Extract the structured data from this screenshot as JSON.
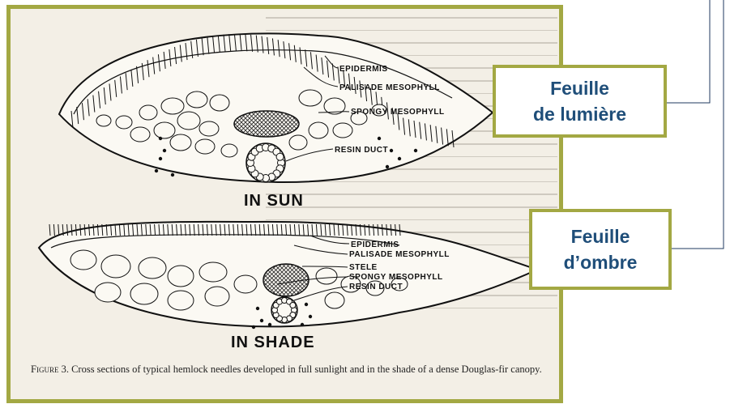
{
  "figure": {
    "sun": {
      "labels": [
        "EPIDERMIS",
        "PALISADE MESOPHYLL",
        "SPONGY MESOPHYLL",
        "RESIN DUCT"
      ],
      "title": "IN SUN"
    },
    "shade": {
      "labels": [
        "EPIDERMIS",
        "PALISADE MESOPHYLL",
        "STELE",
        "SPONGY MESOPHYLL",
        "RESIN DUCT"
      ],
      "title": "IN SHADE"
    },
    "caption": {
      "figure_label": "Figure 3.",
      "text": "Cross sections of typical hemlock needles developed in full sunlight and in the shade of a dense Douglas-fir canopy."
    }
  },
  "callouts": {
    "sun": {
      "line1": "Feuille",
      "line2": "de lumière"
    },
    "shade": {
      "line1": "Feuille",
      "line2": "d’ombre"
    }
  },
  "colors": {
    "frame_border": "#a3a843",
    "callout_text": "#1f4e79",
    "connector_line": "#1f3a5f"
  }
}
